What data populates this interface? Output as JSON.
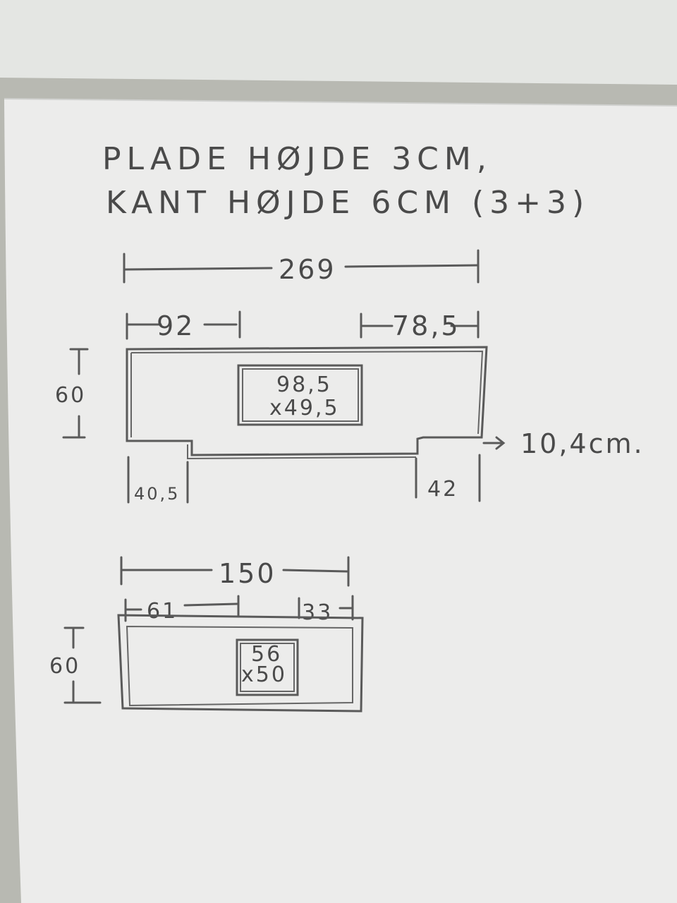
{
  "notes": {
    "line1": "PLADE HØJDE 3CM,",
    "line2": "KANT HØJDE 6CM (3+3)"
  },
  "drawing1": {
    "total_width": "269",
    "left_offset": "92",
    "right_offset": "78,5",
    "depth": "60",
    "cutout_w": "98,5",
    "cutout_h": "x49,5",
    "step_depth": "10,4cm.",
    "left_step": "40,5",
    "right_step": "42"
  },
  "drawing2": {
    "total_width": "150",
    "left_offset": "61",
    "right_offset": "33",
    "depth": "60",
    "cutout_w": "56",
    "cutout_h": "x50"
  }
}
